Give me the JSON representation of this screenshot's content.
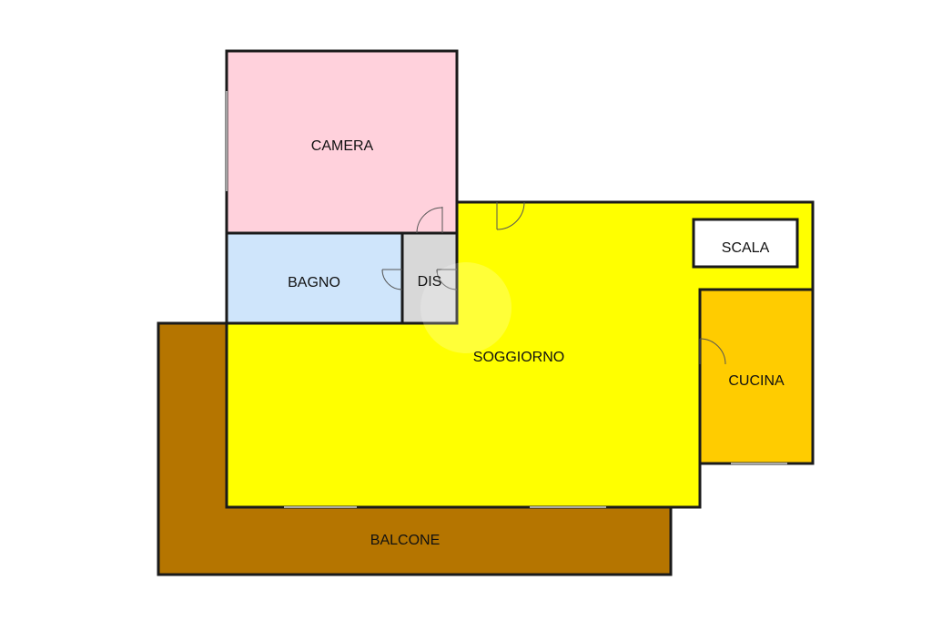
{
  "rooms": {
    "camera": {
      "label": "CAMERA",
      "color": "#ffd1dc"
    },
    "bagno": {
      "label": "BAGNO",
      "color": "#cfe5fb"
    },
    "dis": {
      "label": "DIS",
      "color": "#d8d8d8"
    },
    "soggiorno": {
      "label": "SOGGIORNO",
      "color": "#ffff00"
    },
    "scala": {
      "label": "SCALA",
      "color": "#ffffff"
    },
    "cucina": {
      "label": "CUCINA",
      "color": "#ffcc00"
    },
    "balcone": {
      "label": "BALCONE",
      "color": "#b57500"
    }
  },
  "wall_color": "#1a1a1a"
}
